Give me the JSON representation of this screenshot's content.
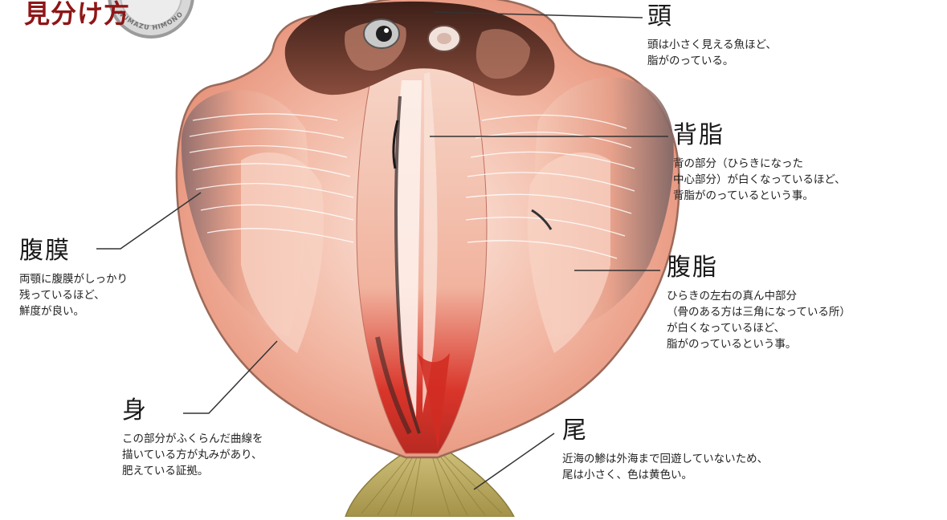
{
  "logo": {
    "title": "見分け方",
    "ring_text": "NUMAZU HIMONO"
  },
  "labels": {
    "head": {
      "term": "頭",
      "desc": "頭は小さく見える魚ほど、\n脂がのっている。"
    },
    "back_fat": {
      "term": "背脂",
      "desc": "背の部分（ひらきになった\n中心部分）が白くなっているほど、\n背脂がのっているという事。"
    },
    "belly_membrane": {
      "term": "腹膜",
      "desc": "両顎に腹膜がしっかり\n残っているほど、\n鮮度が良い。"
    },
    "belly_fat": {
      "term": "腹脂",
      "desc": "ひらきの左右の真ん中部分\n（骨のある方は三角になっている所）\nが白くなっているほど、\n脂がのっているという事。"
    },
    "body": {
      "term": "身",
      "desc": "この部分がふくらんだ曲線を\n描いている方が丸みがあり、\n肥えている証拠。"
    },
    "tail": {
      "term": "尾",
      "desc": "近海の鯵は外海まで回遊していないため、\n尾は小さく、色は黄色い。"
    }
  },
  "colors": {
    "flesh_light": "#f8d3c4",
    "flesh_mid": "#ef9f88",
    "flesh_dark": "#d86b55",
    "center_red": "#d9352a",
    "head_dark": "#5a2c22",
    "shadow_gray": "#7a6b6b",
    "outline": "#9a6a5a",
    "tail_gold": "#b5a456",
    "logo_red": "#8f1616"
  }
}
